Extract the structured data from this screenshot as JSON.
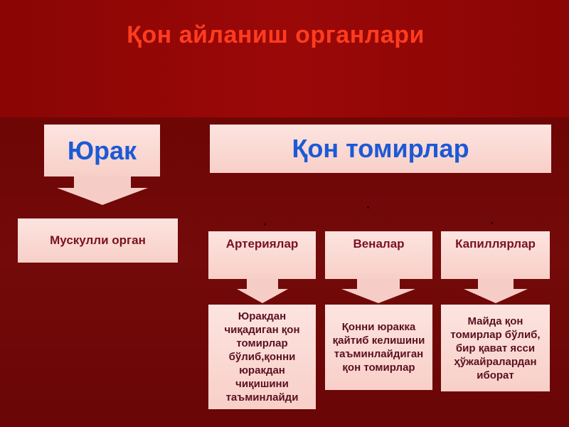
{
  "title": "Қон айланиш органлари",
  "heart": {
    "label": "Юрак",
    "description": "Мускулли орган"
  },
  "vessels": {
    "label": "Қон томирлар",
    "types": [
      {
        "label": "Артериялар",
        "description": "Юракдан чиқадиган қон томирлар бўлиб,қонни юракдан чиқишини таъминлайди"
      },
      {
        "label": "Веналар",
        "description": "Қонни юракка қайтиб келишини таъминлайдиган қон томирлар"
      },
      {
        "label": "Капиллярлар",
        "description": "Майда қон томирлар бўлиб, бир қават ясси ҳўжайралардан иборат"
      }
    ]
  },
  "colors": {
    "background": "#7a0505",
    "title": "#ff3c1e",
    "box_fill": "#fde4e0",
    "heading_blue": "#1b5ad6",
    "label_dark_red": "#7a1020"
  }
}
